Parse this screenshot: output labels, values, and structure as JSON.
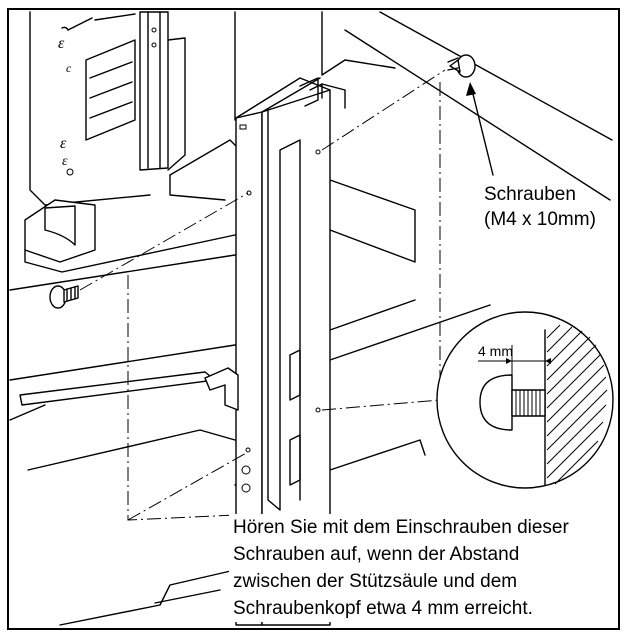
{
  "screw_label": {
    "line1": "Schrauben",
    "line2": "(M4 x 10mm)"
  },
  "gap_label": "4 mm",
  "instruction": {
    "line1": "Hören Sie mit dem Einschrauben dieser",
    "line2": "Schrauben auf, wenn der Abstand",
    "line3": "zwischen der Stützsäule und dem",
    "line4": "Schraubenkopf etwa 4 mm erreicht."
  }
}
